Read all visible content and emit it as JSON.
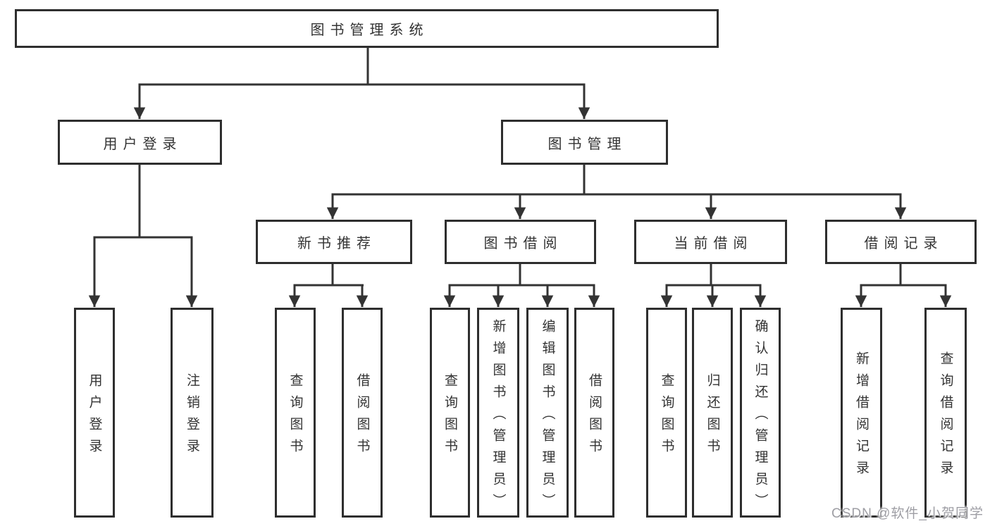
{
  "diagram": {
    "watermark": "CSDN @软件_小贺同学",
    "colors": {
      "line": "#333333",
      "box_border": "#2e2e2e",
      "text": "#333333",
      "watermark": "#9e9ea4",
      "background": "#ffffff"
    },
    "nodes": {
      "root": {
        "label": "图书管理系统"
      },
      "user_login": {
        "label": "用户登录"
      },
      "book_mgmt": {
        "label": "图书管理"
      },
      "new_book_rec": {
        "label": "新书推荐"
      },
      "book_borrow": {
        "label": "图书借阅"
      },
      "current_borrow": {
        "label": "当前借阅"
      },
      "borrow_records": {
        "label": "借阅记录"
      },
      "leaf_user_login": {
        "label": "用户登录"
      },
      "leaf_logout": {
        "label": "注销登录"
      },
      "leaf_nb_query": {
        "label": "查询图书"
      },
      "leaf_nb_borrow": {
        "label": "借阅图书"
      },
      "leaf_bb_query": {
        "label": "查询图书"
      },
      "leaf_bb_add": {
        "label": "新增图书（管理员）"
      },
      "leaf_bb_edit": {
        "label": "编辑图书（管理员）"
      },
      "leaf_bb_borrow": {
        "label": "借阅图书"
      },
      "leaf_cb_query": {
        "label": "查询图书"
      },
      "leaf_cb_return": {
        "label": "归还图书"
      },
      "leaf_cb_confirm": {
        "label": "确认归还（管理员）"
      },
      "leaf_br_add": {
        "label": "新增借阅记录"
      },
      "leaf_br_query": {
        "label": "查询借阅记录"
      }
    }
  }
}
